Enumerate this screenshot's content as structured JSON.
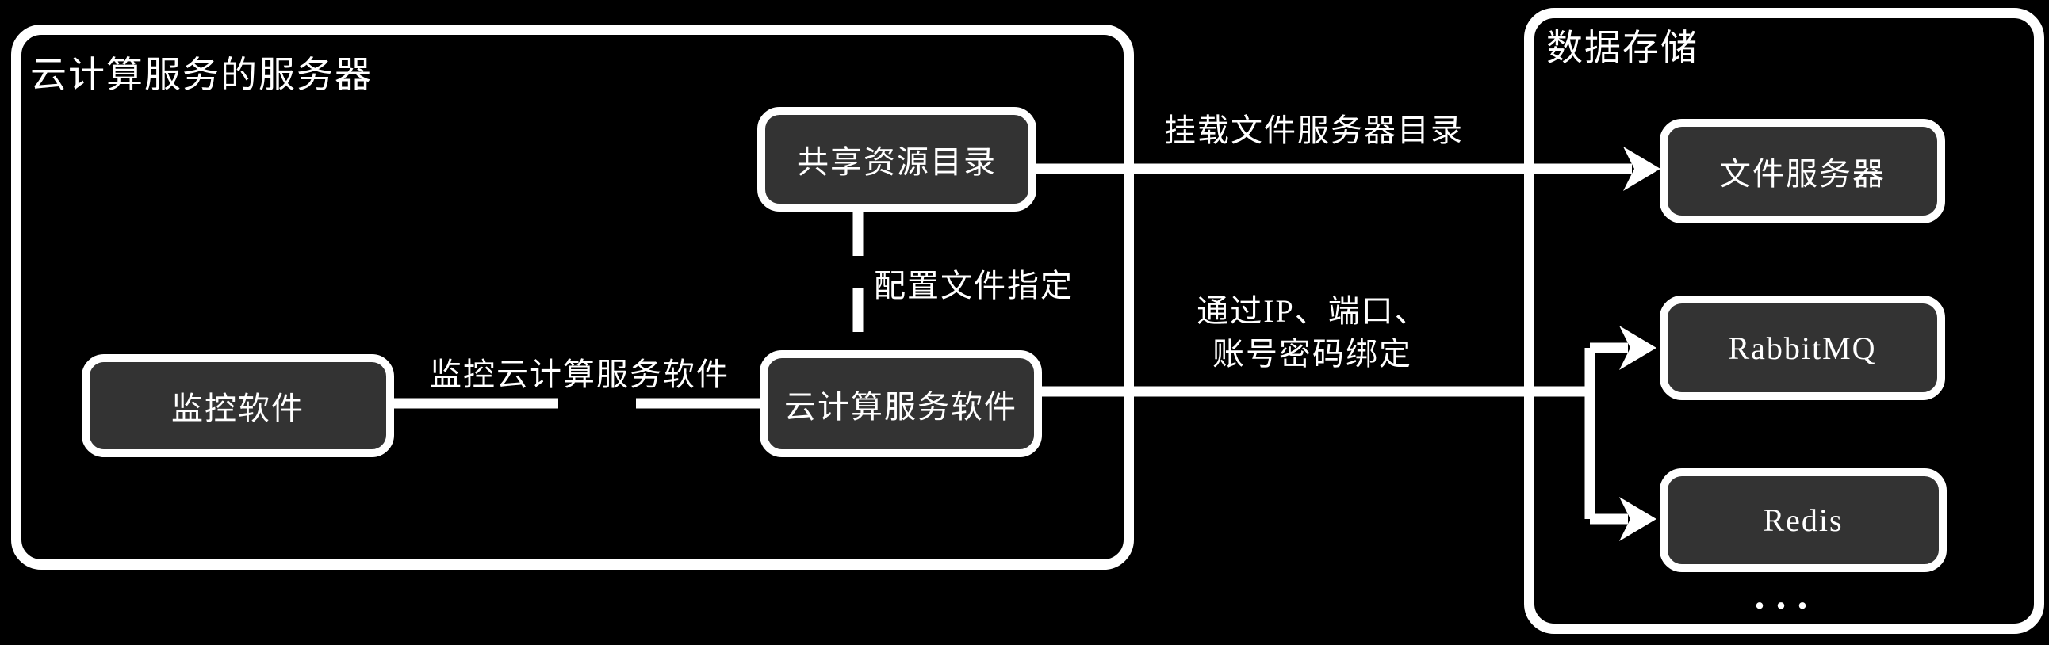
{
  "colors": {
    "background": "#000000",
    "line": "#ffffff",
    "node_fill": "#333333",
    "text": "#ffffff"
  },
  "left_group": {
    "title": "云计算服务的服务器",
    "nodes": {
      "shared_dir": "共享资源目录",
      "monitor": "监控软件",
      "cloud_sw": "云计算服务软件"
    }
  },
  "right_group": {
    "title": "数据存储",
    "nodes": {
      "file_server": "文件服务器",
      "rabbitmq": "RabbitMQ",
      "redis": "Redis",
      "more": "..."
    }
  },
  "edges": {
    "mount_label": "挂载文件服务器目录",
    "config_label": "配置文件指定",
    "monitor_label": "监控云计算服务软件",
    "bind_label_line1": "通过IP、端口、",
    "bind_label_line2": "账号密码绑定"
  }
}
